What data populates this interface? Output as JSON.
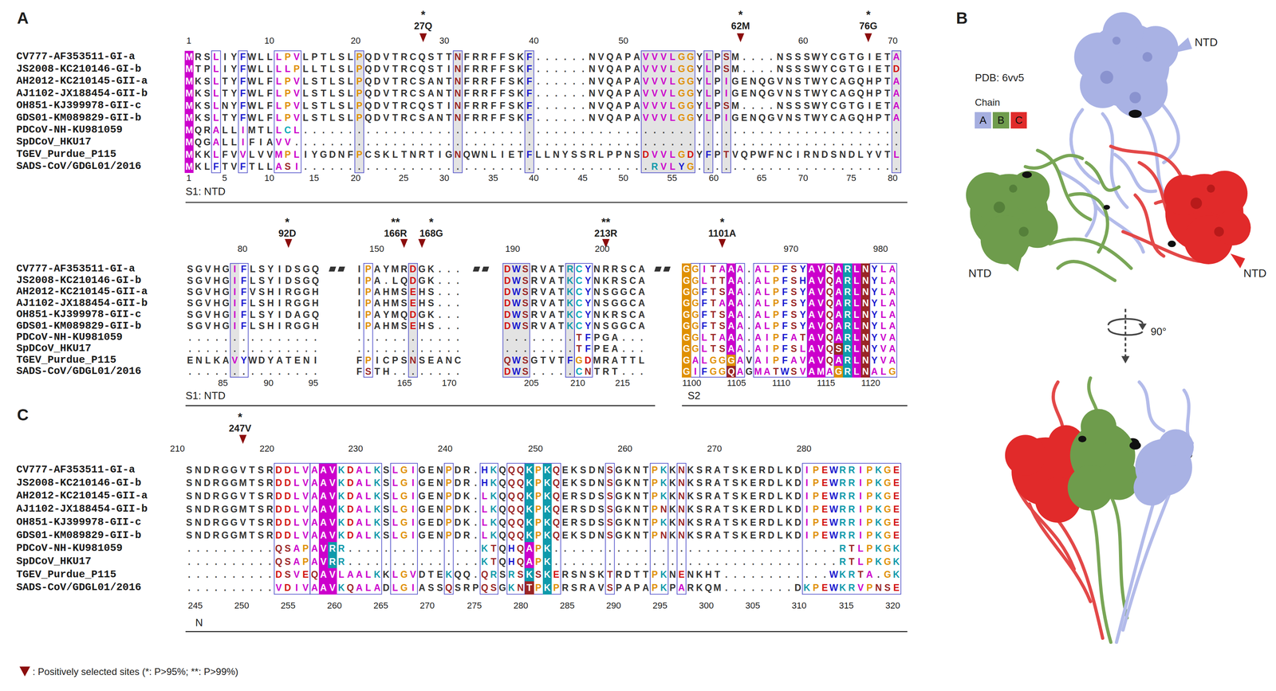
{
  "diagram": {
    "labels": [
      "A",
      "*",
      "27Q",
      "*",
      "62M",
      "*",
      "76G",
      "1",
      "10",
      "20",
      "30",
      "40",
      "50",
      "60",
      "70",
      "CV777-AF353511-GI-a",
      "MRSLIYFWLLLPVLPTLSLPQDVTRCQSTTNFRRFFSKF......NVQAPAVVVLGGYLPSM....NSSSWYCGTGIETA",
      "JS2008-KC210146-GI-b",
      "MTPLIYFWLLLLPLLTLSLPQDVTRCQSTINFRRFFSKF......NVQAPAVVVLGGYLPSM....NSSSWYCGTGIETD",
      "AH2012-KC210145-GII-a",
      "MKSLTYFWLFLPVLSTLSLPQDVTRCSANTNFRRFFSKF......NVQAPAVVVLGGYLPIGENQGVNSTWYCAGQHPTA",
      "AJ1102-JX188454-GII-b",
      "MKSLTYFWLFLPVLSTLSLPQDVTRCSANTNFRRFFSKF......NVQAPAVVVLGGYLPIGENQGVNSTWYCAGQHPTA",
      "OH851-KJ399978-GII-c",
      "MKSLNYFWLFLPVLSTLSLPQDVTRCQSTINFRRFFSKF......NVQAPAVVVLGGYLPSM....NSSSWYCGTGIETA",
      "GDS01-KM089829-GII-b",
      "MKSLTYFWLFLPVLSTLSLPQDVTRCSANTNFRRFFSKF......NVQAPAVVVLGGYLPIGENQGVNSTWYCAGQHPTA",
      "PDCoV-NH-KU981059",
      "MQRALLIMTLLCL...................................................................",
      "SpDCoV_HKU17",
      "MQGALLIFIAVV....................................................................",
      "TGEV_Purdue_P115",
      "MKKLFVVLVVMPLIYGDNFPCSKLTNRTIGNQWNLIETFLLNYSSRLPPNSDVVLGDYFPTVQPWFNCIRNDSNDLYVTL",
      "SADS-CoV/GDGL01/2016",
      "MKLFTVFTLLASI.......................................RVLYG.......................",
      "1",
      "5",
      "10",
      "15",
      "20",
      "25",
      "30",
      "35",
      "40",
      "45",
      "50",
      "55",
      "60",
      "65",
      "70",
      "75",
      "80",
      "S1: NTD",
      "*",
      "92D",
      "**",
      "166R",
      "*",
      "168G",
      "**",
      "213R",
      "*",
      "1101A",
      "80",
      "150",
      "190",
      "200",
      "970",
      "980",
      "CV777-AF353511-GI-a",
      "SGVHGIFLSYIDSGQ",
      "IPAYMRDGK...",
      "DWSRVATRCYNRRSCA",
      "GGITAAA.ALPFSYAVQARLNYLA",
      "JS2008-KC210146-GI-b",
      "SGVHGIFLSYIDSGQ",
      "IPA.LQDGK...",
      "DWSRVATKCYNKRSCA",
      "GGLTTAA.ALPFSHAVQARLNYLA",
      "AH2012-KC210145-GII-a",
      "SGVHGIFVSHIRGGH",
      "IPAHMSEHS...",
      "DWSRVATKCYNSGGCA",
      "GGFTSAA.ALPFSYAVQARLNYLA",
      "AJ1102-JX188454-GII-b",
      "SGVHGIFLSHIRGGH",
      "IPAHMSEHS...",
      "DWSRVATKCYNSGGCA",
      "GGFTAAA.ALPFSYAVQARLNYLA",
      "OH851-KJ399978-GII-c",
      "SGVHGIFLSYIDAGQ",
      "IPAYMQDGK...",
      "DWSRVATKCYNKRSCA",
      "GGFTSAA.ALPFSYAVQARLNYLA",
      "GDS01-KM089829-GII-b",
      "SGVHGIFLSHIRGGH",
      "IPAHMSEHS...",
      "DWSRVATKCYNSGGCA",
      "GGFTSAA.ALPFSYAVQARLNYLA",
      "PDCoV-NH-KU981059",
      "...............",
      "............",
      "........TFPGA...",
      "GGLTAAA.AIPFATAVQARLNYVA",
      "SpDCoV_HKU17",
      "...............",
      "............",
      "........TFPEA...",
      "GGLTSAA.AIPFSLAVQSRLNYVA",
      "TGEV_Purdue_P115",
      "ENLKAVYWDYATENI",
      "FPICPSNSEANC",
      "QWSGTVTFGDMRATTL",
      "GALGGGAVAIPFAVAVQARLNYVA",
      "SADS-CoV/GDGL01/2016",
      "...............",
      "FSTH........",
      "DWS.....CNTRT...",
      "GIFGGQAGMATWSVAMAGRLNALG",
      "85",
      "90",
      "95",
      "165",
      "170",
      "205",
      "210",
      "215",
      "1100",
      "1105",
      "1110",
      "1115",
      "1120",
      "S1: NTD",
      "S2",
      "C",
      "*",
      "247V",
      "210",
      "220",
      "230",
      "240",
      "250",
      "260",
      "270",
      "280",
      "CV777-AF353511-GI-a",
      "SNDRGGVTSRDDLVAAVKDALKSLGIGENPDR.HKQQQKPKQEKSDNSGKNTPKKNKSRATSKERDLKDIPEWRRIPKGE",
      "JS2008-KC210146-GI-b",
      "SNDRGGMTSRDDLVAAVKDALKSLGIGENPDR.HKQQQKPKQEKSDNSGKNTPKKNKSRATSKERDLKDIPEWRRIPKGE",
      "AH2012-KC210145-GII-a",
      "SNDRGGVTSRDDLVAAVKDALKSLGIGENPDK.LKQQQKPKQERSDSSGKNTPKKNKSRATSKERDLKDIPEWRRIPKGE",
      "AJ1102-JX188454-GII-b",
      "SNDRGGMTSRDDLVAAVKDALKSLGIGENPDK.LKQQQKPKQERSDSSGKNTPNKNKSRATSKERDLKDIPEWRRIPKGE",
      "OH851-KJ399978-GII-c",
      "SNDRGGVTSRDDLVAAVKDALKSLGIGEDPDK.LKQQQKPKQERSDSSGKNTPKKNKSRATSKERDLKDIPEWRRIPKGE",
      "GDS01-KM089829-GII-b",
      "SNDRGGMTSRDDLVAAVKDALKSLGIGENPDR.LKQQQKPKQEKSDNSGKNTPNKNKSRATSKERDLKDIPEWRRIPKGE",
      "PDCoV-NH-KU981059",
      "..........QSAPAVRR...............KTQHQAPK................................RTLPKGK",
      "SpDCoV_HKU17",
      "..........QSAPAVRR...............KTQHQAPK................................RTLPKGK",
      "TGEV_Purdue_P115",
      "..........DSVEQAVLAALKKLGVDTEKQQ.QRSRSKSKERSNSKTRDTTPKNENKHT............WKRTA.GK",
      "SADS-CoV/GDGL01/2016",
      "..........VDIVAAVKQALADLGIASSQSRPQSGKNTPKPRSRAVSPAPAPKPARKQM........DKPEWKRVPNSE",
      "245",
      "250",
      "255",
      "260",
      "265",
      "270",
      "275",
      "280",
      "285",
      "290",
      "295",
      "300",
      "305",
      "310",
      "315",
      "320",
      "N",
      "B",
      "PDB: 6vv5",
      "Chain",
      "NTD",
      "NTD",
      "NTD",
      "90°"
    ],
    "legend": [
      {
        "text": "A",
        "color": "#a6afe0"
      },
      {
        "text": "B",
        "color": "#6f9c4d"
      },
      {
        "text": "C",
        "color": "#e02b2b"
      },
      {
        "text": ": Positively selected sites (*: P>95%; **: P>99%)"
      }
    ]
  }
}
